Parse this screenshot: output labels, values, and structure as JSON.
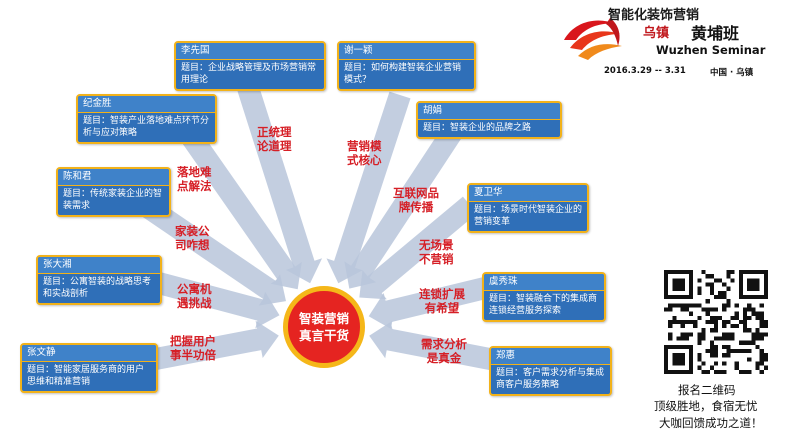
{
  "speakers": [
    {
      "name": "李先国",
      "topic": "题目：企业战略管理及市场营销常用理论"
    },
    {
      "name": "谢一颖",
      "topic": "题目：如何构建智装企业营销模式？"
    },
    {
      "name": "纪金胜",
      "topic": "题目：智装产业落地难点环节分析与应对策略"
    },
    {
      "name": "胡娟",
      "topic": "题目：智装企业的品牌之路"
    },
    {
      "name": "陈和君",
      "topic": "题目：传统家装企业的智装需求"
    },
    {
      "name": "夏卫华",
      "topic": "题目：场景时代智装企业的营销变革"
    },
    {
      "name": "张大湘",
      "topic": "题目：公寓智装的战略思考和实战剖析"
    },
    {
      "name": "虞秀珠",
      "topic": "题目：智装融合下的集成商连锁经营服务探索"
    },
    {
      "name": "张文静",
      "topic": "题目：智能家居服务商的用户思维和精准营销"
    },
    {
      "name": "郑惠",
      "topic": "题目：客户需求分析与集成商客户服务策略"
    }
  ],
  "labels": [
    {
      "line1": "正统理",
      "line2": "论道理"
    },
    {
      "line1": "营销模",
      "line2": "式核心"
    },
    {
      "line1": "落地难",
      "line2": "点解法"
    },
    {
      "line1": "互联网品",
      "line2": "牌传播"
    },
    {
      "line1": "家装公",
      "line2": "司咋想"
    },
    {
      "line1": "无场景",
      "line2": "不营销"
    },
    {
      "line1": "公寓机",
      "line2": "遇挑战"
    },
    {
      "line1": "连锁扩展",
      "line2": "有希望"
    },
    {
      "line1": "把握用户",
      "line2": "事半功倍"
    },
    {
      "line1": "需求分析",
      "line2": "是真金"
    }
  ],
  "center": {
    "line1": "智装营销",
    "line2": "真言干货"
  },
  "brand": {
    "title": "智能化装饰营销",
    "wuzhen": "乌镇",
    "huangpu": "黄埔班",
    "english": "Wuzhen Seminar",
    "date": "2016.3.29 -- 3.31",
    "location": "中国 · 乌镇"
  },
  "qr": {
    "title": "报名二维码",
    "line1": "顶级胜地，食宿无忧",
    "line2": "大咖回馈成功之道！"
  },
  "colors": {
    "card": "#2f6fb8",
    "card_border": "#f2b21a",
    "label": "#d61f26",
    "center": "#e52421",
    "center_ring": "#f5b719",
    "arrow": "#b9c6da"
  }
}
